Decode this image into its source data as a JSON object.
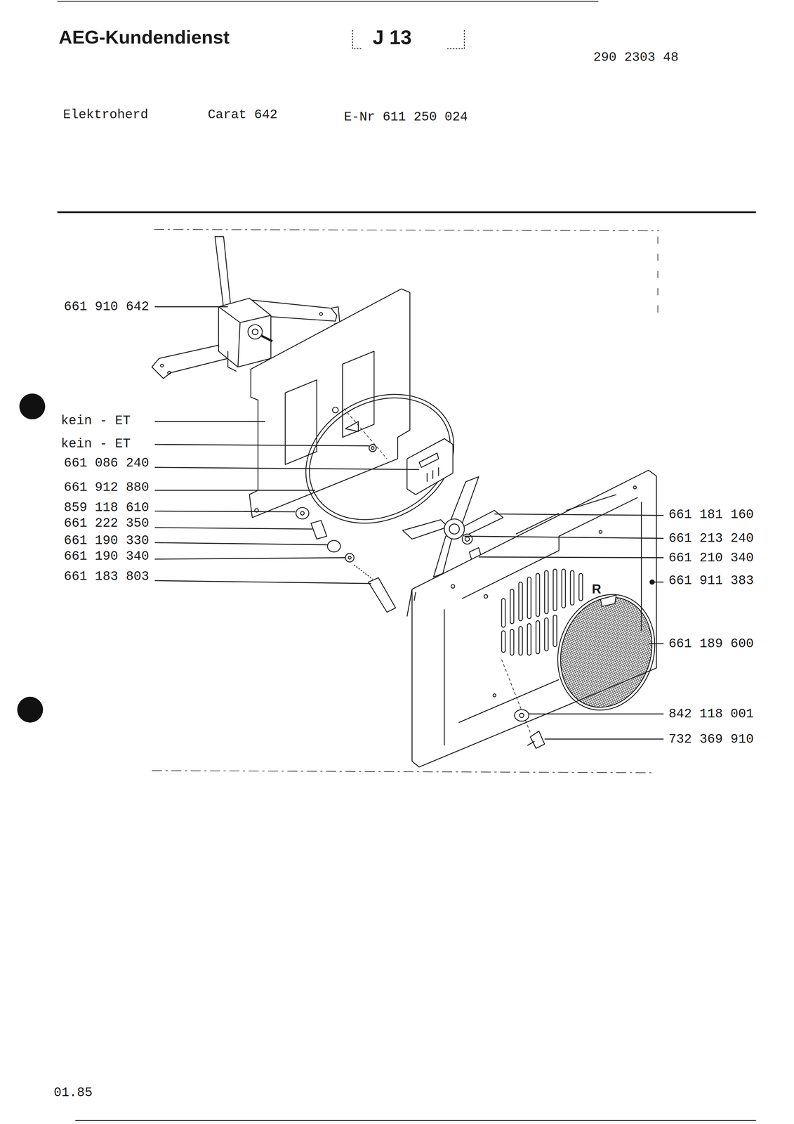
{
  "diagram": {
    "title": "AEG-Kundendienst",
    "labels": [
      "J 13",
      "290 2303 48",
      "Elektroherd",
      "Carat 642",
      "E-Nr 611 250 024",
      "661 910 642",
      "kein - ET",
      "kein - ET",
      "661 086 240",
      "661 912 880",
      "859 118 610",
      "661 222 350",
      "661 190 330",
      "661 190 340",
      "661 183 803",
      "661 181 160",
      "661 213 240",
      "661 210 340",
      "661 911 383",
      "661 189 600",
      "842 118 001",
      "732 369 910",
      "R",
      "01.85"
    ]
  }
}
